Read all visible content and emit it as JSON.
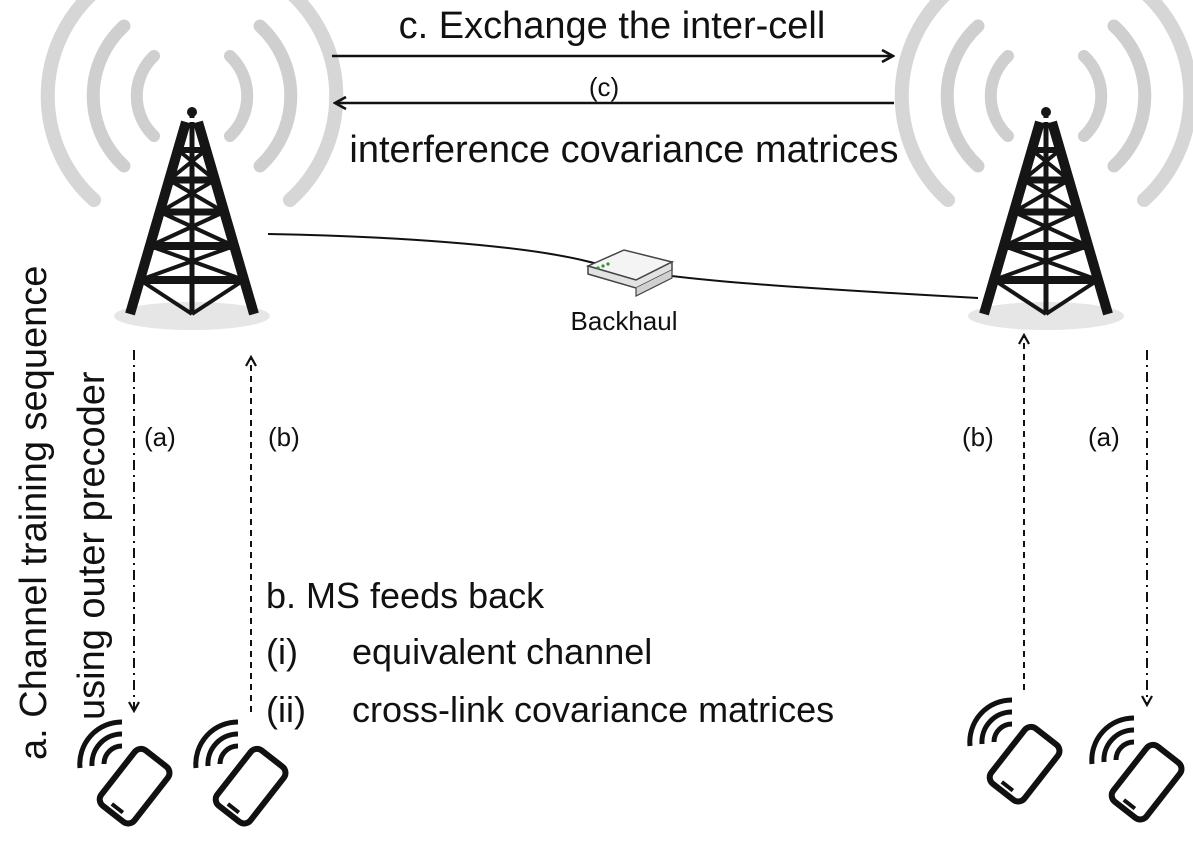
{
  "labels": {
    "exchange_top": "c. Exchange the inter-cell",
    "exchange_mid": "(c)",
    "exchange_bottom": "interference covariance matrices",
    "backhaul": "Backhaul",
    "training_line1": "a. Channel training sequence",
    "training_line2": "using outer precoder",
    "label_a": "(a)",
    "label_b": "(b)",
    "feedback_title": "b. MS feeds back",
    "feedback_i_num": "(i)",
    "feedback_i_text": "equivalent channel",
    "feedback_ii_num": "(ii)",
    "feedback_ii_text": "cross-link covariance matrices"
  },
  "colors": {
    "ink": "#111111",
    "signal_wave": "#cfcfcf",
    "tower": "#151515",
    "router": "#f4f4f4"
  },
  "icons": {
    "tower": "cell-tower-icon",
    "router": "router-icon",
    "phone": "smartphone-icon",
    "wifi": "wifi-signal-icon"
  }
}
